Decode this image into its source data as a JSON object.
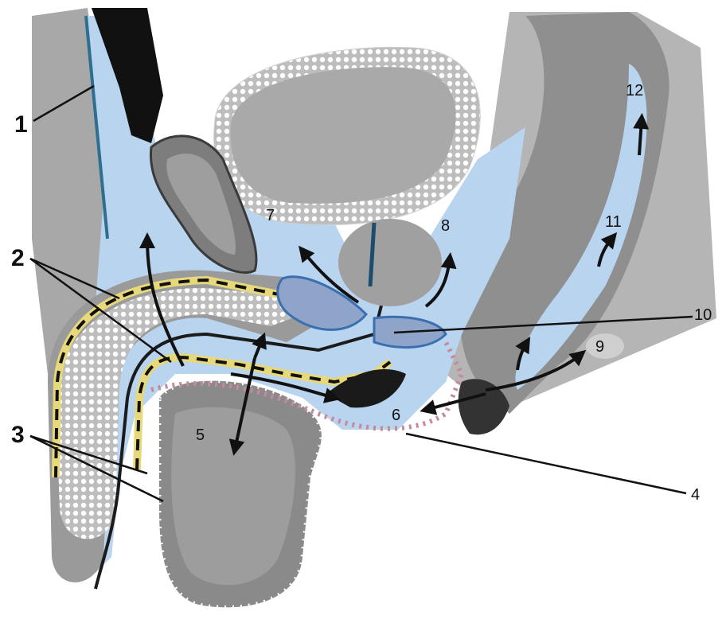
{
  "labels": {
    "l1": "1",
    "l2": "2",
    "l3": "3",
    "l4": "4",
    "l5": "5",
    "l6": "6",
    "l7": "7",
    "l8": "8",
    "l9": "9",
    "l10": "10",
    "l11": "11",
    "l12": "12"
  },
  "colors": {
    "fascia_space": "#b8d4ee",
    "tissue_dark": "#8e8e8e",
    "tissue_mid": "#a9a9a9",
    "tissue_light": "#cfcfcf",
    "membrane_yellow": "#e7d879",
    "membrane_pink": "#c58a9a",
    "arrow": "#111111",
    "outline_blue": "#3a6fb0"
  }
}
